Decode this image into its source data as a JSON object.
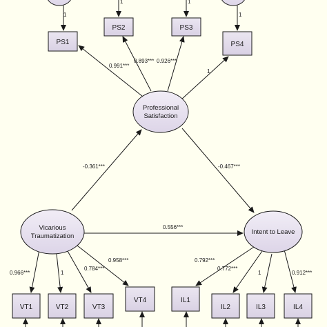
{
  "latent": {
    "ps": {
      "line1": "Professional",
      "line2": "Satisfaction"
    },
    "vt": {
      "line1": "Vicarious",
      "line2": "Traumatization"
    },
    "il": {
      "line1": "Intent to Leave"
    }
  },
  "indicators": {
    "ps1": "PS1",
    "ps2": "PS2",
    "ps3": "PS3",
    "ps4": "PS4",
    "vt1": "VT1",
    "vt2": "VT2",
    "vt3": "VT3",
    "vt4": "VT4",
    "il1": "IL1",
    "il2": "IL2",
    "il3": "IL3",
    "il4": "IL4"
  },
  "paths": {
    "vt_ps": "-0.361***",
    "ps_il": "-0.467***",
    "vt_il": "0.556***"
  },
  "loadings": {
    "ps1": "0.991***",
    "ps2": "0.893***",
    "ps3": "0.926***",
    "ps4": "1",
    "vt1": "0.966***",
    "vt2": "1",
    "vt3": "0.784***",
    "vt4": "0.958***",
    "il1": "0.792***",
    "il2": "0.772***",
    "il3": "1",
    "il4": "0.912***"
  },
  "errors": {
    "e_ps1": "1",
    "e_ps2": "1",
    "e_ps3": "1",
    "e_ps4": "1"
  },
  "colors": {
    "background": "#fffff0",
    "box_fill": "#e2dcea",
    "ellipse_fill": "#e6e0ee",
    "stroke": "#1a1a1a"
  }
}
